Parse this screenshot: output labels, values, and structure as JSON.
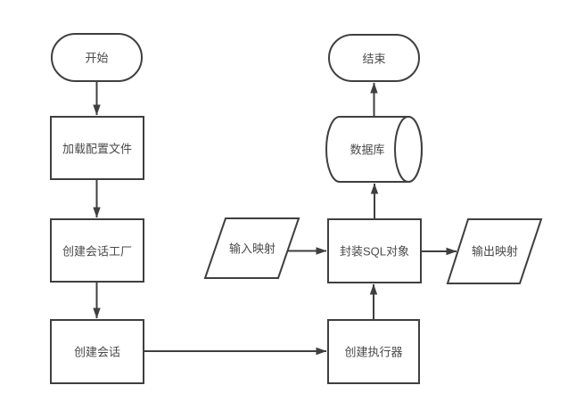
{
  "diagram": {
    "background_color": "#ffffff",
    "stroke_color": "#3f3f3f",
    "text_color": "#4a4a4a",
    "nodes": {
      "start": {
        "label": "开始",
        "shape": "terminator"
      },
      "load_config": {
        "label": "加载配置文件",
        "shape": "process"
      },
      "create_session_factory": {
        "label": "创建会话工厂",
        "shape": "process"
      },
      "create_session": {
        "label": "创建会话",
        "shape": "process"
      },
      "input_mapping": {
        "label": "输入映射",
        "shape": "data-parallelogram"
      },
      "wrap_sql": {
        "label": "封装SQL对象",
        "shape": "process"
      },
      "output_mapping": {
        "label": "输出映射",
        "shape": "data-parallelogram"
      },
      "create_executor": {
        "label": "创建执行器",
        "shape": "process"
      },
      "database": {
        "label": "数据库",
        "shape": "cylinder"
      },
      "end": {
        "label": "结束",
        "shape": "terminator"
      }
    },
    "edges": [
      {
        "from": "start",
        "to": "load_config",
        "direction": "down"
      },
      {
        "from": "load_config",
        "to": "create_session_factory",
        "direction": "down"
      },
      {
        "from": "create_session_factory",
        "to": "create_session",
        "direction": "down"
      },
      {
        "from": "create_session",
        "to": "create_executor",
        "direction": "right"
      },
      {
        "from": "create_executor",
        "to": "wrap_sql",
        "direction": "up"
      },
      {
        "from": "input_mapping",
        "to": "wrap_sql",
        "direction": "right"
      },
      {
        "from": "wrap_sql",
        "to": "output_mapping",
        "direction": "right"
      },
      {
        "from": "wrap_sql",
        "to": "database",
        "direction": "up"
      },
      {
        "from": "database",
        "to": "end",
        "direction": "up"
      }
    ]
  }
}
